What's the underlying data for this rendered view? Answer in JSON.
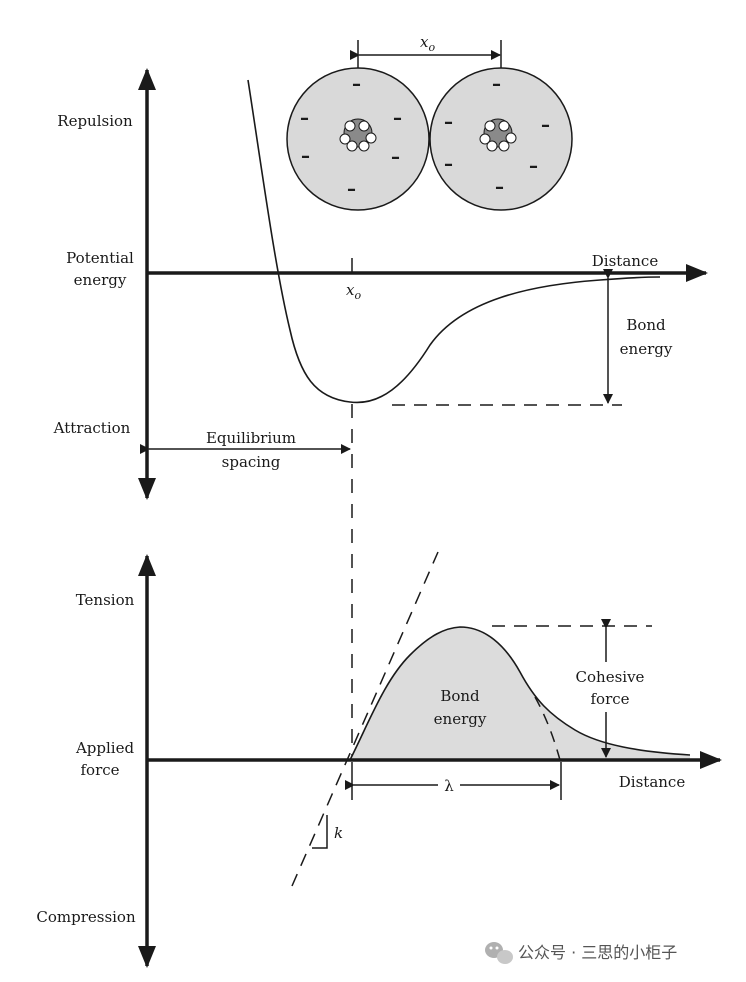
{
  "top_graph": {
    "y_top_label": "Repulsion",
    "y_mid_label_line1": "Potential",
    "y_mid_label_line2": "energy",
    "y_bottom_label": "Attraction",
    "x_axis_label": "Distance",
    "x0_label": "x",
    "x0_sub": "o",
    "bond_energy_line1": "Bond",
    "bond_energy_line2": "energy",
    "spacing_line1": "Equilibrium",
    "spacing_line2": "spacing",
    "atoms_gap_label": "x",
    "atoms_gap_sub": "o",
    "charge_symbol": "–"
  },
  "bottom_graph": {
    "y_top_label": "Tension",
    "y_mid_label_line1": "Applied",
    "y_mid_label_line2": "force",
    "y_bottom_label": "Compression",
    "x_axis_label": "Distance",
    "area_label_line1": "Bond",
    "area_label_line2": "energy",
    "cohesive_line1": "Cohesive",
    "cohesive_line2": "force",
    "lambda_label": "λ",
    "slope_label": "k"
  },
  "watermark": {
    "text": "公众号 · 三思的小柜子",
    "icon": "wechat-icon"
  },
  "colors": {
    "ink": "#1a1a1a",
    "atom_fill": "#d9d9d9",
    "area_fill": "#dcdcdc"
  }
}
